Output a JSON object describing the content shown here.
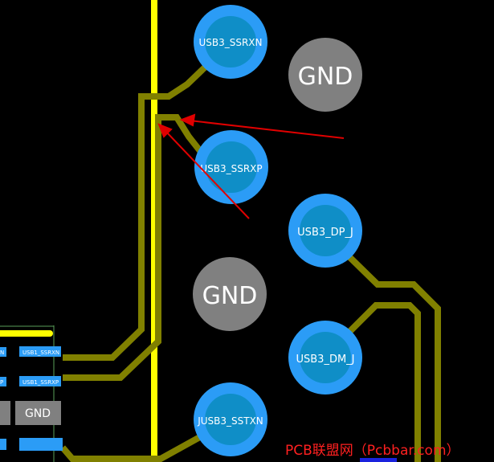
{
  "colors": {
    "background": "#000000",
    "trace": "#808000",
    "pad_ring": "#2b9cf6",
    "pad_core": "#0f8ec7",
    "gnd_pad": "#808080",
    "rail": "#ffff00",
    "arrow": "#e00000",
    "watermark": "#ff2020",
    "smd_pad": "#2b9cf6",
    "bottom_bar": "#1a22dd"
  },
  "pads": {
    "ssrxn": "USB3_SSRXN",
    "ssrxp": "USB3_SSRXP",
    "gnd_top": "GND",
    "dp": "USB3_DP_J",
    "gnd_mid": "GND",
    "dm": "USB3_DM_J",
    "sstxn": "JUSB3_SSTXN"
  },
  "smd": {
    "row1_left": "N",
    "row1_right": "USB1_SSRXN",
    "row2_left": "P",
    "row2_right": "USB1_SSRXP",
    "gnd": "GND"
  },
  "watermark": "PCB联盟网（Pcbbar.com）"
}
